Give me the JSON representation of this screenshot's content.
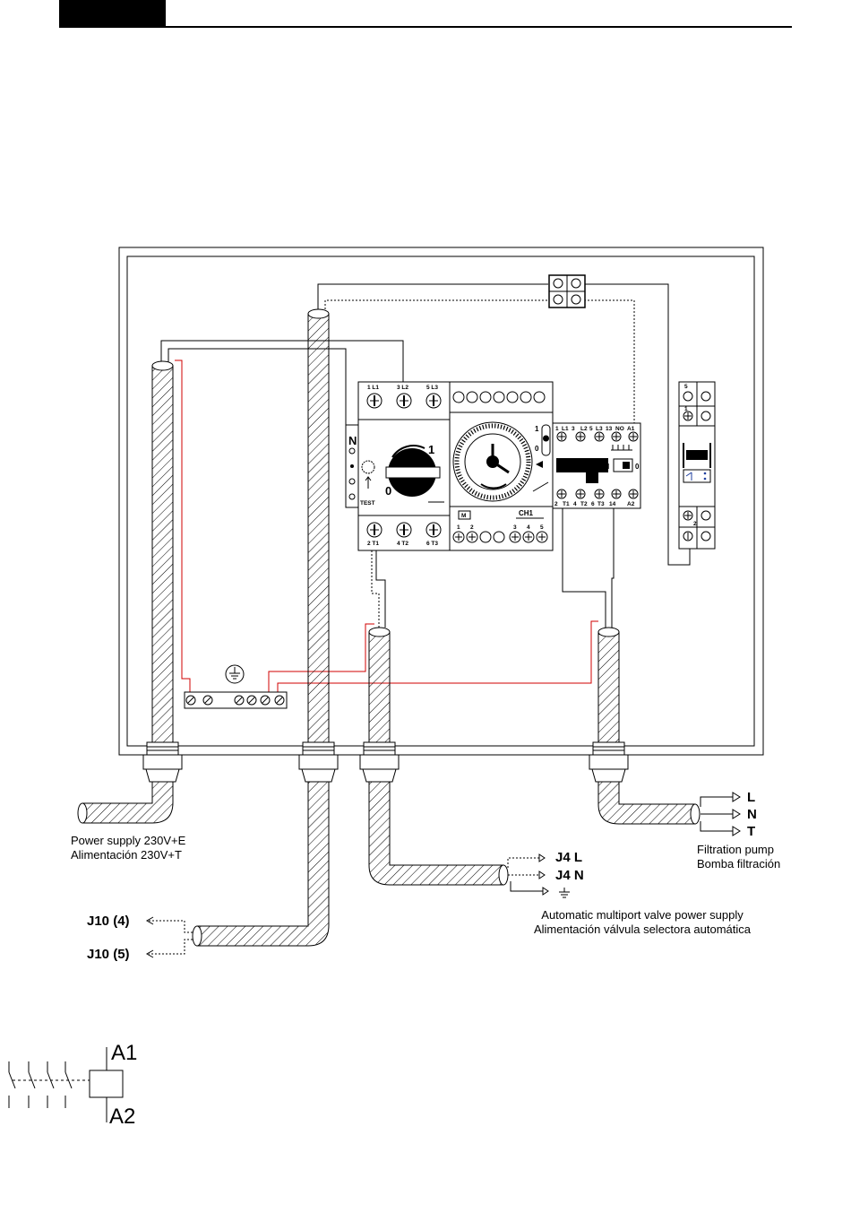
{
  "header": {},
  "labels": {
    "power_supply_en": "Power supply 230V+E",
    "power_supply_es": "Alimentación 230V+T",
    "j10_4": "J10 (4)",
    "j10_5": "J10 (5)",
    "j4_l": "J4 L",
    "j4_n": "J4 N",
    "valve_en": "Automatic multiport valve power supply",
    "valve_es": "Alimentación válvula selectora automática",
    "out_l": "L",
    "out_n": "N",
    "out_t": "T",
    "pump_en": "Filtration pump",
    "pump_es": "Bomba filtración",
    "coil_a1": "A1",
    "coil_a2": "A2"
  },
  "breaker": {
    "terminals_top": [
      "1 L1",
      "3 L2",
      "5 L3"
    ],
    "terminals_bottom": [
      "2 T1",
      "4 T2",
      "6 T3"
    ],
    "pos_on": "1",
    "pos_off": "0",
    "side_n": "N",
    "test": "TEST"
  },
  "timer": {
    "motor": "M",
    "ch": "CH1",
    "terms": [
      "1",
      "2",
      "3",
      "4",
      "5"
    ],
    "sw_1": "1",
    "sw_0": "0"
  },
  "contactor": {
    "top": [
      "1",
      "L1",
      "3",
      "L2",
      "5",
      "L3",
      "13",
      "NO",
      "A1"
    ],
    "bottom": [
      "2",
      "T1",
      "4",
      "T2",
      "6",
      "T3",
      "14",
      "A2"
    ],
    "on": "I",
    "off": "0"
  },
  "relay": {
    "top": "5",
    "mid": "1",
    "bottom": "2"
  },
  "colors": {
    "wire": "#000000",
    "earth_wire": "#d00000",
    "accent": "#1f3f9f"
  }
}
